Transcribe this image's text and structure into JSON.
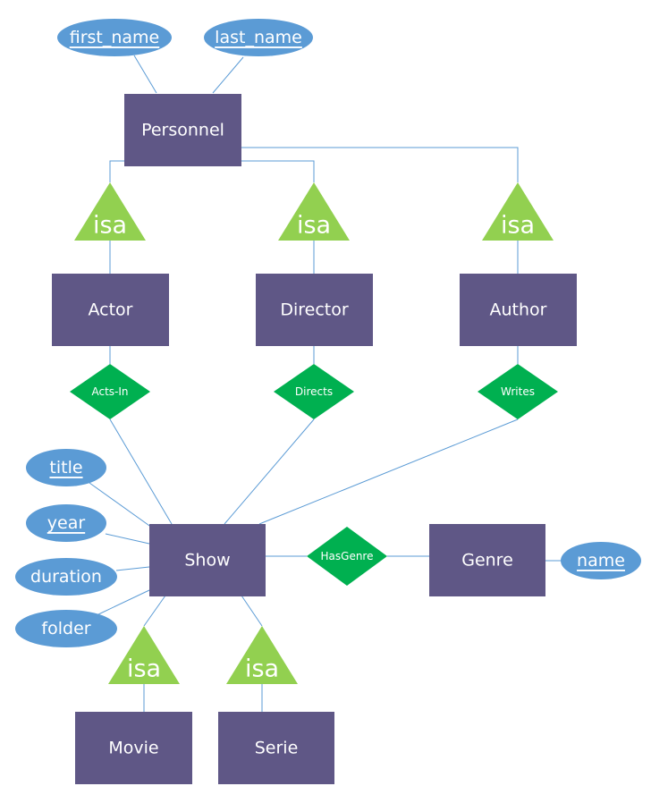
{
  "colors": {
    "entity": "#5f5786",
    "attribute": "#5b9bd5",
    "relationship": "#00b050",
    "isa": "#92d050",
    "line": "#5b9bd5",
    "text": "#ffffff"
  },
  "entities": {
    "personnel": "Personnel",
    "actor": "Actor",
    "director": "Director",
    "author": "Author",
    "show": "Show",
    "genre": "Genre",
    "movie": "Movie",
    "serie": "Serie"
  },
  "attributes": {
    "first_name": "first_name",
    "last_name": "last_name",
    "title": "title",
    "year": "year",
    "duration": "duration",
    "folder": "folder",
    "name": "name"
  },
  "relationships": {
    "acts_in": "Acts-In",
    "directs": "Directs",
    "writes": "Writes",
    "has_genre": "HasGenre"
  },
  "isa": {
    "label": "isa"
  }
}
